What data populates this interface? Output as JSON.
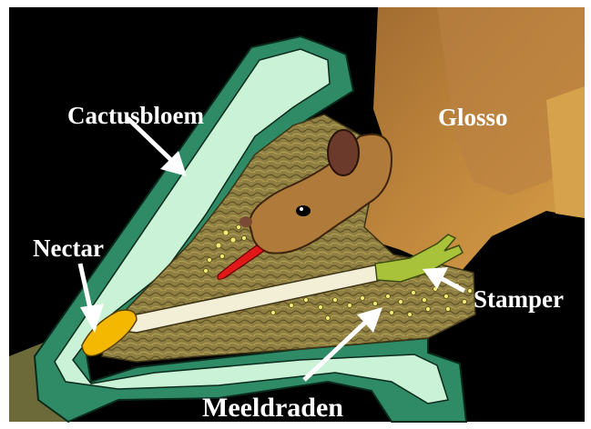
{
  "labels": {
    "cactus_flower": "Cactusbloem",
    "glossophaga": "Glosso",
    "nectar": "Nectar",
    "pistil": "Stamper",
    "stamens": "Meeldraden"
  },
  "colors": {
    "background": "#000000",
    "frame": "#ffffff",
    "flower_outer": "#2e8b66",
    "flower_inner": "#c9f2d6",
    "flower_base": "#6d6a3a",
    "pollen_fill": "#8a7a3c",
    "bat_body": "#b07a3a",
    "bat_light": "#d39a45",
    "bat_ear": "#6b3a2a",
    "tongue": "#e01818",
    "nectar": "#f5b800",
    "style": "#f2efd6",
    "stigma": "#a8c33a",
    "label_text": "#ffffff"
  }
}
